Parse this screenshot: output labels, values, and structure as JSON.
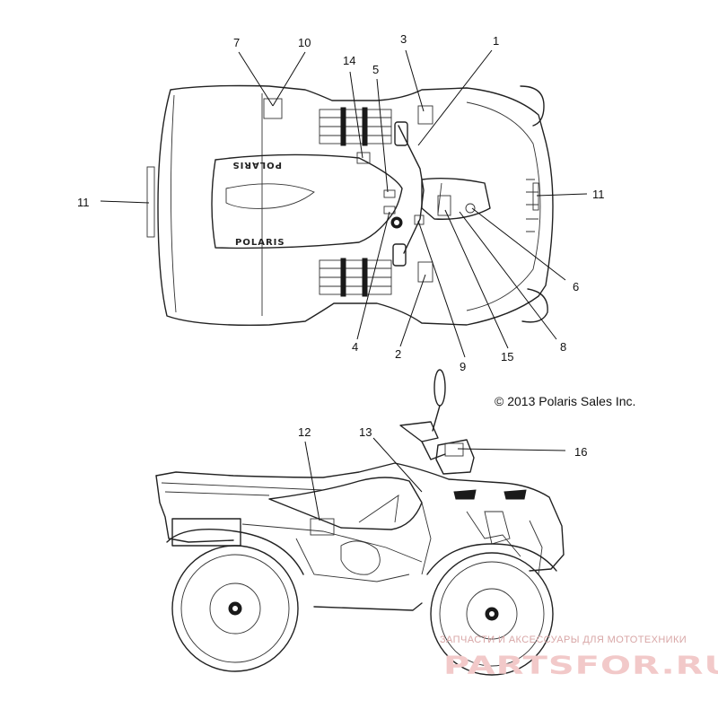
{
  "copyright": "© 2013 Polaris Sales Inc.",
  "top_view": {
    "decal_text": "POLARIS",
    "callouts": [
      "7",
      "10",
      "14",
      "5",
      "3",
      "1",
      "11",
      "11",
      "6",
      "8",
      "15",
      "9",
      "2",
      "4"
    ]
  },
  "side_view": {
    "callouts": [
      "12",
      "13",
      "16"
    ]
  },
  "watermark": {
    "tagline": "ЗАПЧАСТИ И АКСЕССУАРЫ ДЛЯ МОТОТЕХНИКИ",
    "site": "PARTSFOR.RU"
  }
}
